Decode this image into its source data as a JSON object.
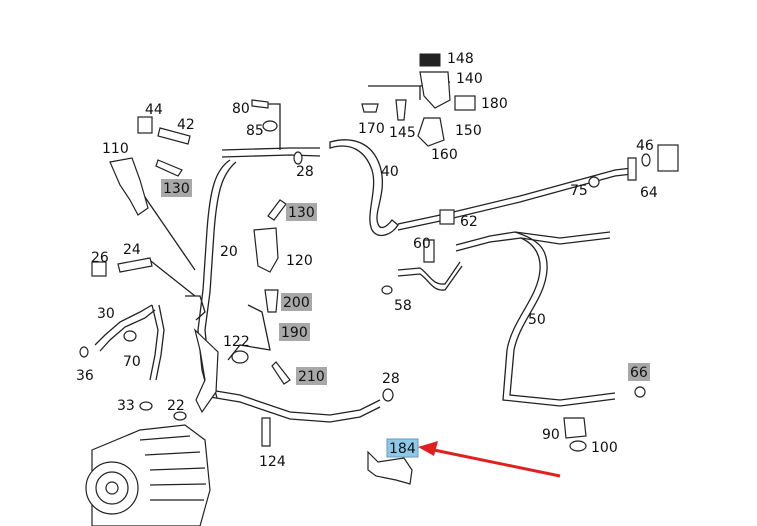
{
  "labels": [
    {
      "id": "148",
      "text": "148",
      "highlight": "none"
    },
    {
      "id": "140",
      "text": "140",
      "highlight": "none"
    },
    {
      "id": "180",
      "text": "180",
      "highlight": "none"
    },
    {
      "id": "170",
      "text": "170",
      "highlight": "none"
    },
    {
      "id": "145",
      "text": "145",
      "highlight": "none"
    },
    {
      "id": "150",
      "text": "150",
      "highlight": "none"
    },
    {
      "id": "160",
      "text": "160",
      "highlight": "none"
    },
    {
      "id": "44",
      "text": "44",
      "highlight": "none"
    },
    {
      "id": "42",
      "text": "42",
      "highlight": "none"
    },
    {
      "id": "80",
      "text": "80",
      "highlight": "none"
    },
    {
      "id": "85",
      "text": "85",
      "highlight": "none"
    },
    {
      "id": "110",
      "text": "110",
      "highlight": "none"
    },
    {
      "id": "130a",
      "text": "130",
      "highlight": "gray"
    },
    {
      "id": "28a",
      "text": "28",
      "highlight": "none"
    },
    {
      "id": "40",
      "text": "40",
      "highlight": "none"
    },
    {
      "id": "46",
      "text": "46",
      "highlight": "none"
    },
    {
      "id": "75",
      "text": "75",
      "highlight": "none"
    },
    {
      "id": "64",
      "text": "64",
      "highlight": "none"
    },
    {
      "id": "130b",
      "text": "130",
      "highlight": "gray"
    },
    {
      "id": "62",
      "text": "62",
      "highlight": "none"
    },
    {
      "id": "60",
      "text": "60",
      "highlight": "none"
    },
    {
      "id": "20",
      "text": "20",
      "highlight": "none"
    },
    {
      "id": "26",
      "text": "26",
      "highlight": "none"
    },
    {
      "id": "24",
      "text": "24",
      "highlight": "none"
    },
    {
      "id": "120",
      "text": "120",
      "highlight": "none"
    },
    {
      "id": "58",
      "text": "58",
      "highlight": "none"
    },
    {
      "id": "200",
      "text": "200",
      "highlight": "gray"
    },
    {
      "id": "50",
      "text": "50",
      "highlight": "none"
    },
    {
      "id": "30",
      "text": "30",
      "highlight": "none"
    },
    {
      "id": "190",
      "text": "190",
      "highlight": "gray"
    },
    {
      "id": "122",
      "text": "122",
      "highlight": "none"
    },
    {
      "id": "70",
      "text": "70",
      "highlight": "none"
    },
    {
      "id": "36",
      "text": "36",
      "highlight": "none"
    },
    {
      "id": "210",
      "text": "210",
      "highlight": "gray"
    },
    {
      "id": "66",
      "text": "66",
      "highlight": "gray"
    },
    {
      "id": "28b",
      "text": "28",
      "highlight": "none"
    },
    {
      "id": "33",
      "text": "33",
      "highlight": "none"
    },
    {
      "id": "22",
      "text": "22",
      "highlight": "none"
    },
    {
      "id": "90",
      "text": "90",
      "highlight": "none"
    },
    {
      "id": "100",
      "text": "100",
      "highlight": "none"
    },
    {
      "id": "184",
      "text": "184",
      "highlight": "blue"
    },
    {
      "id": "124",
      "text": "124",
      "highlight": "none"
    }
  ],
  "colors": {
    "gray_highlight": "#a8a8a8",
    "blue_highlight": "#8ec8e8",
    "arrow": "#e02020",
    "line": "#222222"
  },
  "icons": {
    "pointer": "red-arrow-icon",
    "compressor": "compressor-icon",
    "expansion_valve": "expansion-valve-icon"
  }
}
